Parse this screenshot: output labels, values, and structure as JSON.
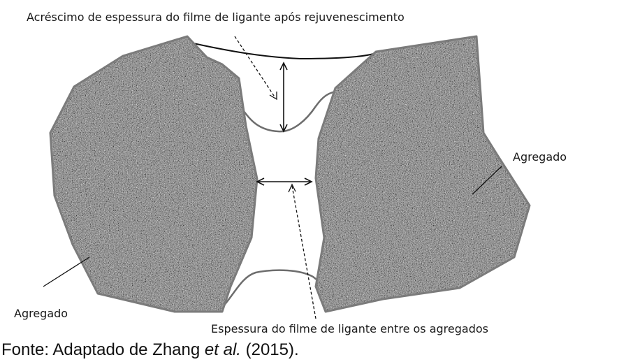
{
  "diagram": {
    "label_top": "Acréscimo de espessura do filme de ligante após rejuvenescimento",
    "label_right": "Agregado",
    "label_left": "Agregado",
    "label_bottom": "Espessura do filme de ligante entre os agregados"
  },
  "caption": {
    "prefix": "Fonte: Adaptado de Zhang ",
    "italic": "et al.",
    "suffix": " (2015)."
  }
}
